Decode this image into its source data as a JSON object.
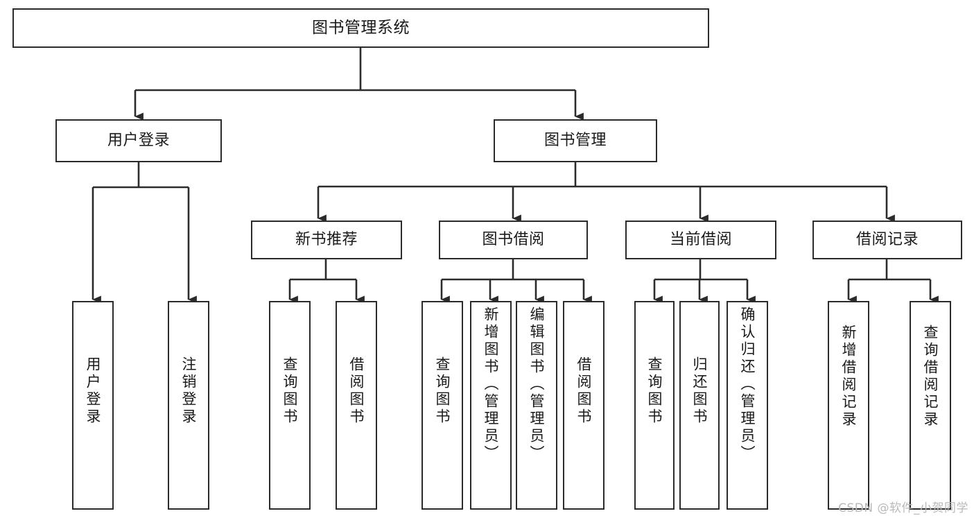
{
  "diagram": {
    "title": "图书管理系统",
    "type": "tree-hierarchy",
    "watermark": "CSDN @软件_小贺同学",
    "root": {
      "id": "root",
      "label": "图书管理系统",
      "orientation": "horizontal"
    },
    "level1": [
      {
        "id": "user-login",
        "label": "用户登录",
        "orientation": "horizontal"
      },
      {
        "id": "book-management",
        "label": "图书管理",
        "orientation": "horizontal"
      }
    ],
    "level2": [
      {
        "id": "new-book-recommend",
        "label": "新书推荐",
        "orientation": "horizontal",
        "parent": "book-management"
      },
      {
        "id": "book-borrow",
        "label": "图书借阅",
        "orientation": "horizontal",
        "parent": "book-management"
      },
      {
        "id": "current-borrow",
        "label": "当前借阅",
        "orientation": "horizontal",
        "parent": "book-management"
      },
      {
        "id": "borrow-record",
        "label": "借阅记录",
        "orientation": "horizontal",
        "parent": "book-management"
      }
    ],
    "leaves": [
      {
        "id": "leaf-user-login",
        "label": "用户登录",
        "orientation": "vertical",
        "parent": "user-login"
      },
      {
        "id": "leaf-user-logout",
        "label": "注销登录",
        "orientation": "vertical",
        "parent": "user-login"
      },
      {
        "id": "leaf-query-book-1",
        "label": "查询图书",
        "orientation": "vertical",
        "parent": "new-book-recommend"
      },
      {
        "id": "leaf-borrow-book-1",
        "label": "借阅图书",
        "orientation": "vertical",
        "parent": "new-book-recommend"
      },
      {
        "id": "leaf-query-book-2",
        "label": "查询图书",
        "orientation": "vertical",
        "parent": "book-borrow"
      },
      {
        "id": "leaf-add-book",
        "label": "新增图书（管理员）",
        "orientation": "vertical",
        "parent": "book-borrow"
      },
      {
        "id": "leaf-edit-book",
        "label": "编辑图书（管理员）",
        "orientation": "vertical",
        "parent": "book-borrow"
      },
      {
        "id": "leaf-borrow-book-2",
        "label": "借阅图书",
        "orientation": "vertical",
        "parent": "book-borrow"
      },
      {
        "id": "leaf-query-book-3",
        "label": "查询图书",
        "orientation": "vertical",
        "parent": "current-borrow"
      },
      {
        "id": "leaf-return-book",
        "label": "归还图书",
        "orientation": "vertical",
        "parent": "current-borrow"
      },
      {
        "id": "leaf-confirm-return",
        "label": "确认归还（管理员）",
        "orientation": "vertical",
        "parent": "current-borrow"
      },
      {
        "id": "leaf-add-record",
        "label": "新增借阅记录",
        "orientation": "vertical",
        "parent": "borrow-record"
      },
      {
        "id": "leaf-query-record",
        "label": "查询借阅记录",
        "orientation": "vertical",
        "parent": "borrow-record"
      }
    ],
    "colors": {
      "border": "#2b2b2b",
      "background": "#ffffff",
      "text": "#1a1a1a",
      "edge": "#2b2b2b",
      "watermark": "#b9b9b9"
    }
  }
}
